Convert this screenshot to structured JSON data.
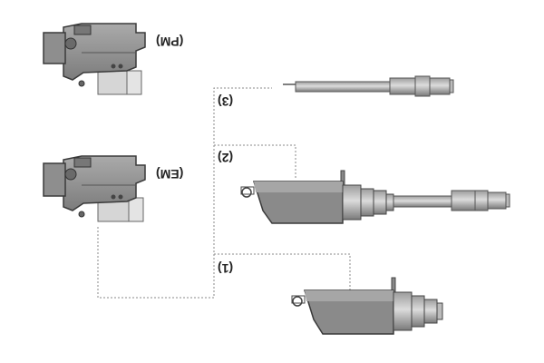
{
  "labels": {
    "pm": "(PM)",
    "em": "(EM)",
    "opt1": "(1)",
    "opt2": "(2)",
    "opt3": "(3)"
  },
  "colors": {
    "body_fill": "#8c8c8c",
    "body_dark": "#6e6e6e",
    "body_light": "#b4b4b4",
    "outline": "#3a3a3a",
    "line": "#888888"
  }
}
